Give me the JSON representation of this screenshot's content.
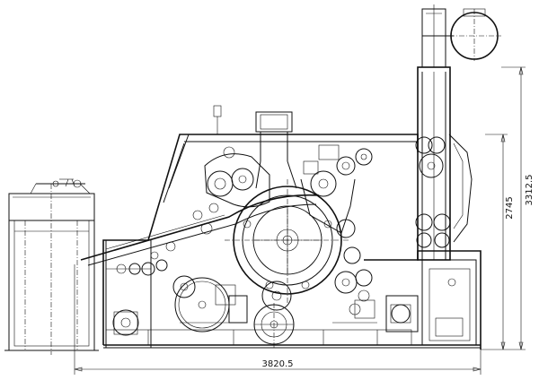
{
  "dimensions": {
    "overall_width": "3820.5",
    "overall_height": "3312.5",
    "frame_height": "2745"
  }
}
